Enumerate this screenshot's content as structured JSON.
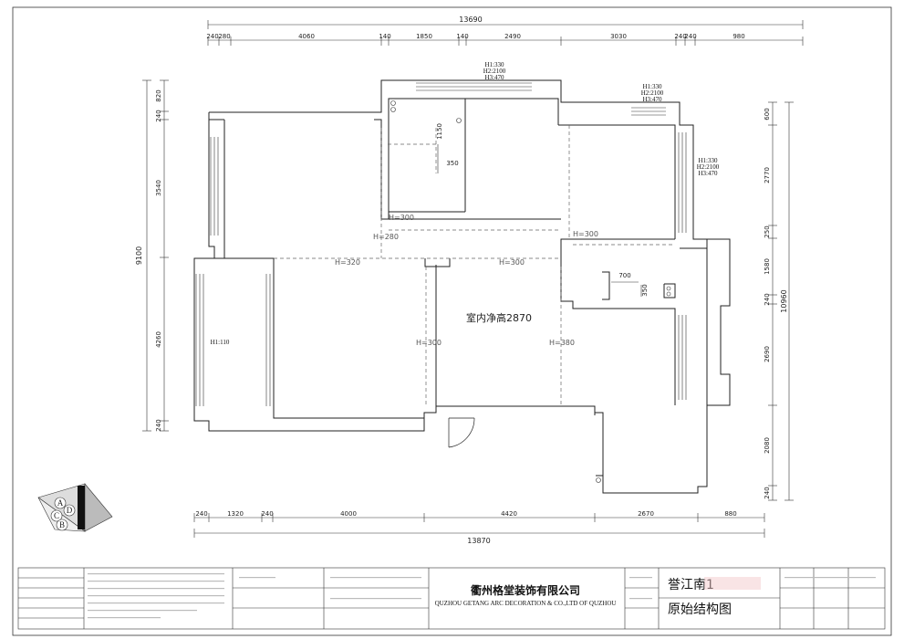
{
  "top_dims": {
    "overall": "13690",
    "segments": [
      "240",
      "280",
      "4060",
      "140",
      "1850",
      "140",
      "2490",
      "3030",
      "240",
      "240",
      "980"
    ]
  },
  "bottom_dims": {
    "overall": "13870",
    "segments": [
      "240",
      "1320",
      "240",
      "4000",
      "4420",
      "2670",
      "880"
    ]
  },
  "left_dims": {
    "overall": "9100",
    "segments": [
      "820",
      "240",
      "3540",
      "4260",
      "240"
    ]
  },
  "right_dims": {
    "overall": "10960",
    "segments": [
      "600",
      "2770",
      "250",
      "1580",
      "240",
      "2690",
      "2080",
      "240"
    ]
  },
  "window_notes": {
    "top": [
      "H1:330",
      "H2:2100",
      "H3:470"
    ],
    "upper_right": [
      "H1:330",
      "H2:2100",
      "H3:470"
    ],
    "right": [
      "H1:330",
      "H2:2100",
      "H3:470"
    ],
    "left_room": "H1:110"
  },
  "inner_dims": {
    "pipe_v": "1150",
    "pipe_h": "350",
    "stair_w": "700",
    "stair_h": "350"
  },
  "heights": {
    "h300_top": "H=300",
    "h280": "H=280",
    "h320": "H=320",
    "h300_mid": "H=300",
    "h300_right": "H=300",
    "h300_left": "H=300",
    "h380": "H=380"
  },
  "room_label": "室内净高2870",
  "title_block": {
    "company_cn": "衢州格堂装饰有限公司",
    "company_en": "QUZHOU GETANG ARC DECORATION & CO.,LTD OF QUZHOU",
    "project": "誉江南1",
    "drawing_name": "原始结构图"
  },
  "logo_letters": [
    "A",
    "B",
    "C",
    "D"
  ]
}
